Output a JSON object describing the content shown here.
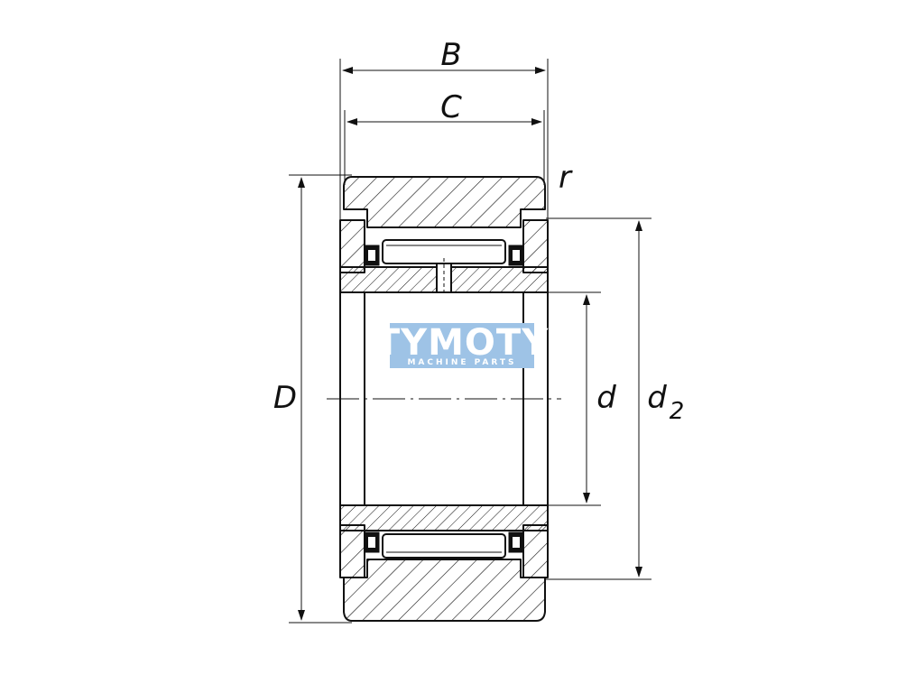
{
  "labels": {
    "B": "B",
    "C": "C",
    "r": "r",
    "D": "D",
    "d": "d",
    "d2_main": "d",
    "d2_sub": "2"
  },
  "watermark": {
    "title": "TYMOTY",
    "subtitle": "MACHINE PARTS",
    "color": "#9ec3e6"
  }
}
